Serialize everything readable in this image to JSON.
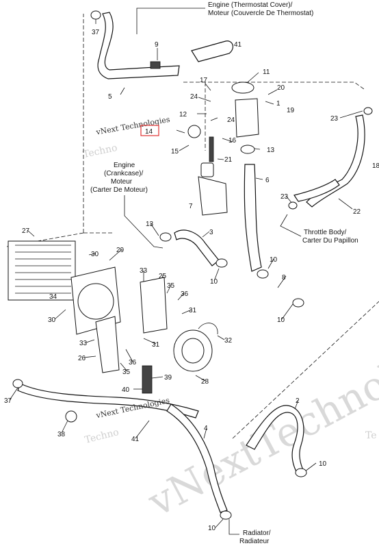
{
  "callouts": {
    "thermostat_cover": [
      "Engine (Thermostat Cover)/",
      "Moteur (Couvercle De Thermostat)"
    ],
    "engine_crankcase": [
      "Engine",
      "(Crankcase)/",
      "Moteur",
      "(Carter De Moteur)"
    ],
    "throttle_body": [
      "Throttle Body/",
      "Carter Du Papillon"
    ],
    "radiator": [
      "Radiator/",
      "Radiateur"
    ]
  },
  "watermark": {
    "brand_small": "vNext Technologies",
    "brand_large": "vNextTechnolif",
    "brand_partial_left": "Techno",
    "brand_partial_right": "Te",
    "brand_bottom": "Techno"
  },
  "highlighted_part": "14",
  "parts": {
    "p37a": "37",
    "p9": "9",
    "p41a": "41",
    "p5": "5",
    "p17": "17",
    "p11": "11",
    "p20": "20",
    "p24a": "24",
    "p1": "1",
    "p19": "19",
    "p12": "12",
    "p24b": "24",
    "p14": "14",
    "p16": "16",
    "p15": "15",
    "p13a": "13",
    "p21": "21",
    "p6": "6",
    "p23a": "23",
    "p18": "18",
    "p23b": "23",
    "p22": "22",
    "p7": "7",
    "p13b": "13",
    "p3": "3",
    "p27": "27",
    "p30a": "30",
    "p29": "29",
    "p10a": "10",
    "p10b": "10",
    "p8": "8",
    "p10c": "10",
    "p33a": "33",
    "p25": "25",
    "p35a": "35",
    "p36a": "36",
    "p34": "34",
    "p30b": "30",
    "p31a": "31",
    "p31b": "31",
    "p32": "32",
    "p33b": "33",
    "p26": "26",
    "p36b": "36",
    "p35b": "35",
    "p28": "28",
    "p39": "39",
    "p40": "40",
    "p37b": "37",
    "p38": "38",
    "p41b": "41",
    "p4": "4",
    "p2": "2",
    "p10d": "10",
    "p10e": "10"
  }
}
